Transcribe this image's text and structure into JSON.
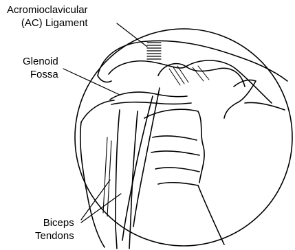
{
  "labels": {
    "ac_ligament": {
      "line1": "Acromioclavicular",
      "line2": "(AC) Ligament"
    },
    "glenoid_fossa": {
      "line1": "Glenoid",
      "line2": "Fossa"
    },
    "biceps_tendons": {
      "line1": "Biceps",
      "line2": "Tendons"
    }
  },
  "colors": {
    "ink": "#000000",
    "paper": "#ffffff"
  }
}
